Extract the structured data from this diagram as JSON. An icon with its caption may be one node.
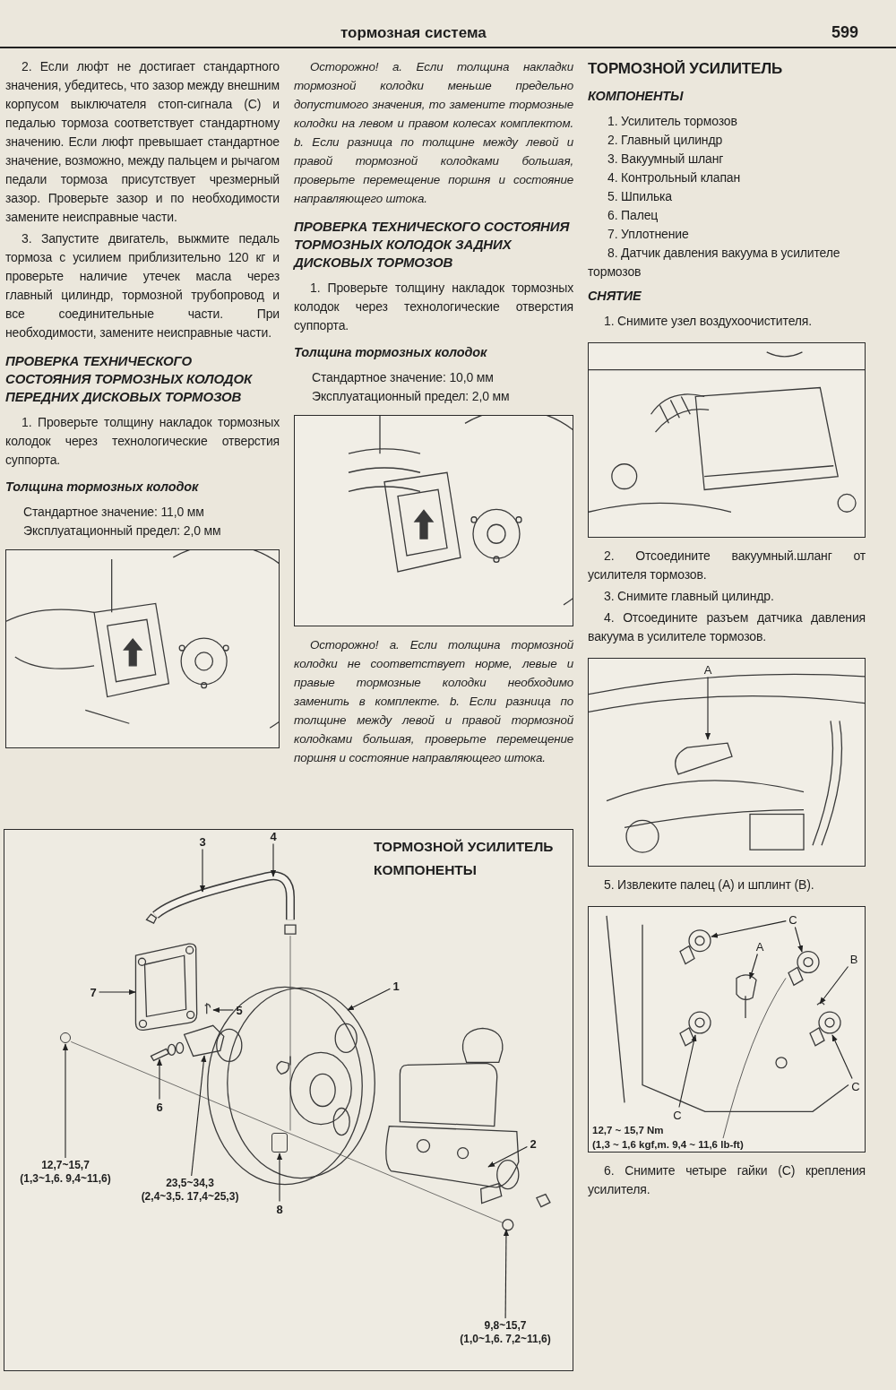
{
  "diagram": {
    "title": "тормозная система",
    "nodes": [
      {
        "text": [
          "ТОРМОЗНОЙ УСИЛИТЕЛЬ",
          "КОМПОНЕНТЫ"
        ]
      },
      {
        "text": [
          "3"
        ],
        "in": 0
      },
      {
        "text": [
          "4"
        ],
        "in": 0
      },
      {
        "text": [
          "1"
        ],
        "in": 0
      },
      {
        "text": [
          "7"
        ],
        "in": 0
      },
      {
        "text": [
          "5"
        ],
        "in": 0
      },
      {
        "text": [
          "12,7~15,7",
          "(1,3~1,6. 9,4~11,6)"
        ],
        "in": 0
      },
      {
        "text": [
          "6"
        ],
        "in": 0
      },
      {
        "text": [
          "2"
        ],
        "in": 0
      },
      {
        "text": [
          "23,5~34,3",
          "(2,4~3,5. 17,4~25,3)"
        ],
        "in": 0
      },
      {
        "text": [
          "8"
        ],
        "in": 0
      },
      {
        "text": [
          "9,8~15,7",
          "(1,0~1,6. 7,2~11,6)"
        ],
        "in": 0
      },
      {
        "text": [],
        "shape": "picture"
      },
      {
        "text": [
          "A"
        ],
        "in": 12
      },
      {
        "text": [],
        "shape": "picture"
      },
      {
        "text": [
          "C"
        ],
        "in": 14
      },
      {
        "text": [
          "A"
        ],
        "in": 14
      },
      {
        "text": [
          "B"
        ],
        "in": 14
      },
      {
        "text": [
          "C"
        ],
        "in": 14
      },
      {
        "text": [
          "C"
        ],
        "in": 14
      },
      {
        "text": [],
        "shape": "circle",
        "in": 0
      },
      {
        "text": [],
        "shape": "box",
        "in": 0
      }
    ],
    "edges": [
      {
        "from": 1,
        "to": null,
        "arrow": "to"
      },
      {
        "from": 2,
        "to": null,
        "arrow": "to"
      },
      {
        "from": 3,
        "to": null,
        "arrow": "to"
      },
      {
        "from": 4,
        "to": null,
        "arrow": "to"
      },
      {
        "from": 5,
        "to": null,
        "arrow": "to"
      },
      {
        "from": 6,
        "to": 20,
        "arrow": "to"
      },
      {
        "from": 7,
        "to": null,
        "arrow": "to"
      },
      {
        "from": 8,
        "to": null,
        "arrow": "to"
      },
      {
        "from": 9,
        "to": null,
        "arrow": "to"
      },
      {
        "from": 10,
        "to": 21,
        "arrow": "to"
      },
      {
        "from": 11,
        "to": null,
        "arrow": "to"
      },
      {
        "from": 13,
        "to": null,
        "arrow": "to"
      },
      {
        "from": 15,
        "to": null,
        "arrow": "to"
      },
      {
        "from": 15,
        "to": null,
        "arrow": "to"
      },
      {
        "from": 16,
        "to": null,
        "arrow": "to"
      },
      {
        "from": 17,
        "to": null,
        "arrow": "to"
      },
      {
        "from": 18,
        "to": null,
        "arrow": "to"
      },
      {
        "from": 19,
        "to": null,
        "arrow": "to"
      }
    ],
    "labels": [
      "599",
      "2. Если люфт не достигает стандартного значения, убедитесь, что зазор между внешним корпусом выключателя стоп-сигнала (С) и педалью тормоза соответствует стандартному значению. Если люфт превышает стандартное значение, возможно, между пальцем и рычагом педали тормоза присутствует чрезмерный зазор. Проверьте зазор и по необходимости замените неисправные части.",
      "3. Запустите двигатель, выжмите педаль тормоза с усилием приблизительно 120 кг и проверьте наличие утечек масла через главный цилиндр, тормозной трубопровод и все соединительные части. При необходимости, замените неисправные части.",
      "ПРОВЕРКА ТЕХНИЧЕСКОГО СОСТОЯНИЯ ТОРМОЗНЫХ КОЛОДОК ПЕРЕДНИХ ДИСКОВЫХ ТОРМОЗОВ",
      "1. Проверьте толщину накладок тормозных колодок через технологические отверстия суппорта.",
      "Толщина тормозных колодок",
      "Стандартное значение: 11,0 мм",
      "Эксплуатационный предел: 2,0 мм",
      "Осторожно! a. Если толщина накладки тормозной колодки меньше предельно допустимого значения, то замените тормозные колодки на левом и правом колесах комплектом. b. Если разница по толщине между левой и правой тормозной колодками большая, проверьте перемещение поршня и состояние направляющего штока.",
      "ПРОВЕРКА ТЕХНИЧЕСКОГО СОСТОЯНИЯ ТОРМОЗНЫХ КОЛОДОК ЗАДНИХ ДИСКОВЫХ ТОРМОЗОВ",
      "1. Проверьте толщину накладок тормозных колодок через технологические отверстия суппорта.",
      "Толщина тормозных колодок",
      "Стандартное значение: 10,0 мм",
      "Эксплуатационный предел: 2,0 мм",
      "Осторожно! a. Если толщина тормозной колодки не соответствует норме, левые и правые тормозные колодки необходимо заменить в комплекте. b. Если разница по толщине между левой и правой тормозной колодками большая, проверьте перемещение поршня и состояние направляющего штока.",
      "ТОРМОЗНОЙ УСИЛИТЕЛЬ",
      "КОМПОНЕНТЫ",
      "1. Усилитель тормозов",
      "2. Главный цилиндр",
      "3. Вакуумный шланг",
      "4. Контрольный клапан",
      "5. Шпилька",
      "6. Палец",
      "7. Уплотнение",
      "8. Датчик давления вакуума в усилителе тормозов",
      "СНЯТИЕ",
      "1. Снимите узел воздухоочистителя.",
      "2. Отсоедините вакуумный.шланг от усилителя тормозов.",
      "3. Снимите главный цилиндр.",
      "4. Отсоедините разъем датчика давления вакуума в усилителе тормозов.",
      "5. Извлеките палец (А) и шплинт (В).",
      "12,7 ~ 15,7 Nm",
      "(1,3 ~ 1,6 kgf,m. 9,4 ~ 11,6 lb-ft)",
      "6. Снимите четыре гайки (С) крепления усилителя."
    ]
  }
}
